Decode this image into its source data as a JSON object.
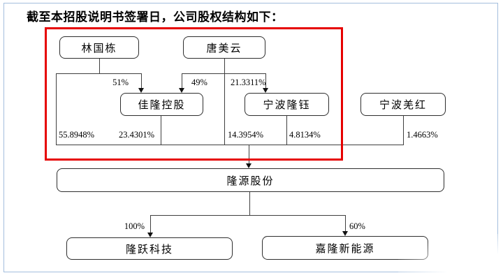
{
  "title": "截至本招股说明书签署日，公司股权结构如下：",
  "diagram": {
    "nodes": {
      "lin_guodong": "林国栋",
      "tang_meiyun": "唐美云",
      "jialong_holdings": "佳隆控股",
      "ningbo_longyu": "宁波隆钰",
      "ningbo_qianghong": "宁波羌红",
      "longyuan_shares": "隆源股份",
      "longyue_tech": "隆跃科技",
      "jialong_new_energy": "嘉隆新能源"
    },
    "percentages": {
      "lin_to_jialong": "51%",
      "tang_to_jialong": "49%",
      "tang_to_longyu": "21.3311%",
      "lin_to_longyuan": "55.8948%",
      "jialong_to_longyuan": "23.4301%",
      "tang_to_longyuan": "14.3954%",
      "longyu_to_longyuan": "4.8134%",
      "qianghong_to_longyuan": "1.4663%",
      "longyuan_to_longyue": "100%",
      "longyuan_to_jialongxin": "60%"
    },
    "edges": [
      {
        "from": "林国栋",
        "to": "佳隆控股",
        "percent": "51%"
      },
      {
        "from": "唐美云",
        "to": "佳隆控股",
        "percent": "49%"
      },
      {
        "from": "唐美云",
        "to": "宁波隆钰",
        "percent": "21.3311%"
      },
      {
        "from": "林国栋",
        "to": "隆源股份",
        "percent": "55.8948%"
      },
      {
        "from": "佳隆控股",
        "to": "隆源股份",
        "percent": "23.4301%"
      },
      {
        "from": "唐美云",
        "to": "隆源股份",
        "percent": "14.3954%"
      },
      {
        "from": "宁波隆钰",
        "to": "隆源股份",
        "percent": "4.8134%"
      },
      {
        "from": "宁波羌红",
        "to": "隆源股份",
        "percent": "1.4663%"
      },
      {
        "from": "隆源股份",
        "to": "隆跃科技",
        "percent": "100%"
      },
      {
        "from": "隆源股份",
        "to": "嘉隆新能源",
        "percent": "60%"
      }
    ],
    "colors": {
      "highlight": "#e60000",
      "frame": "#a3bedd",
      "line": "#3f3f3f"
    }
  }
}
